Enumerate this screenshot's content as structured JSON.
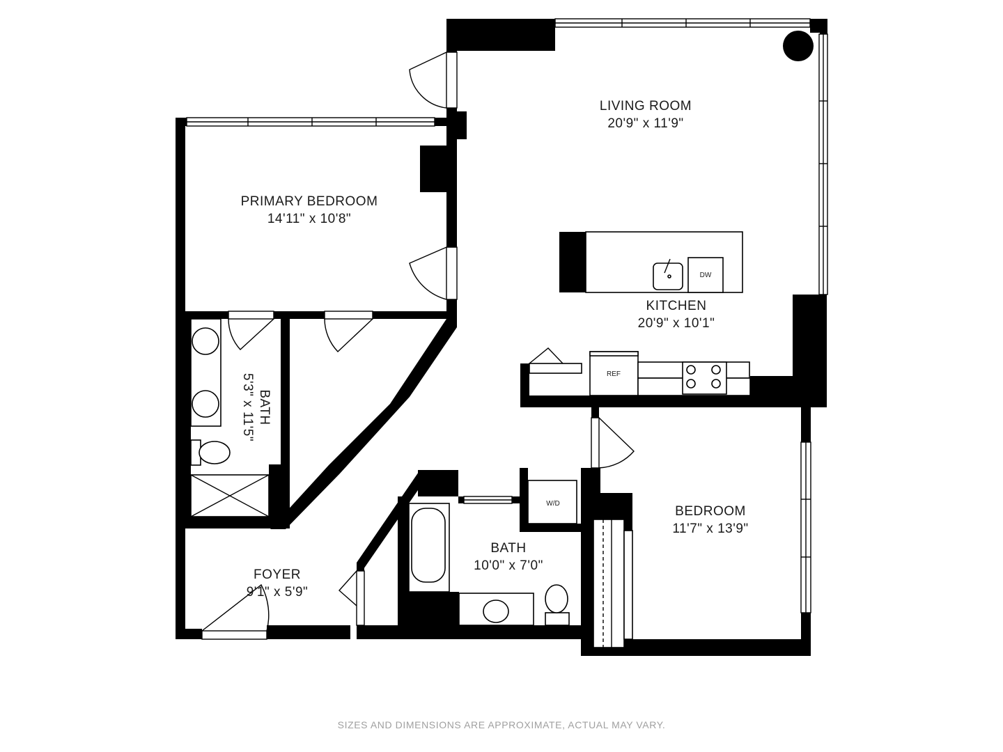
{
  "rooms": {
    "living": {
      "name": "LIVING ROOM",
      "dims": "20'9\" x 11'9\""
    },
    "primary_bedroom": {
      "name": "PRIMARY BEDROOM",
      "dims": "14'11\" x 10'8\""
    },
    "kitchen": {
      "name": "KITCHEN",
      "dims": "20'9\" x 10'1\""
    },
    "primary_bath": {
      "name": "BATH",
      "dims": "5'3\" x 11'5\""
    },
    "bedroom": {
      "name": "BEDROOM",
      "dims": "11'7\" x 13'9\""
    },
    "bath": {
      "name": "BATH",
      "dims": "10'0\" x 7'0\""
    },
    "foyer": {
      "name": "FOYER",
      "dims": "9'1\" x 5'9\""
    }
  },
  "fixtures": {
    "dishwasher": "DW",
    "refrigerator": "REF",
    "washer_dryer": "W/D"
  },
  "disclaimer": "SIZES AND DIMENSIONS ARE APPROXIMATE, ACTUAL MAY VARY."
}
